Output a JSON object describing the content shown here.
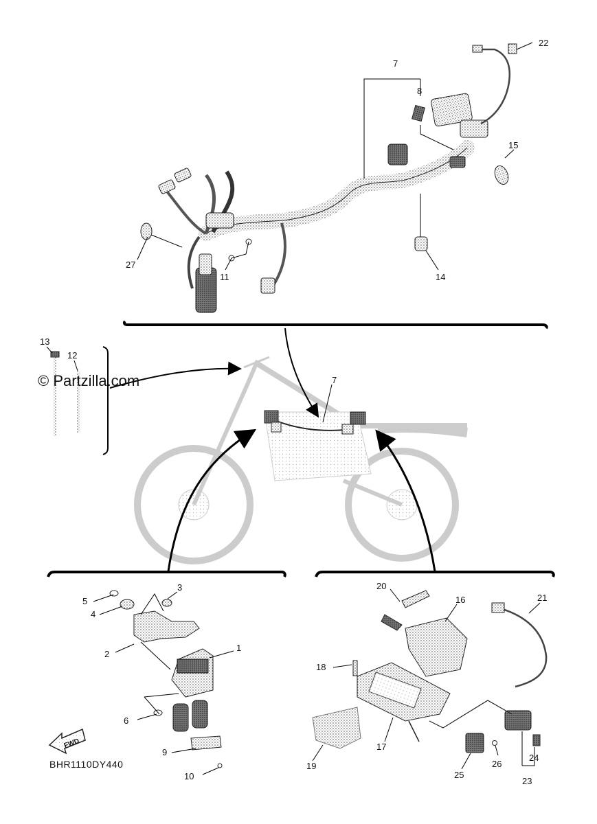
{
  "copyright": "© Partzilla.com",
  "diagram_code": "BHR1110DY440",
  "fwd_label": "FWD",
  "callouts": {
    "c1": "1",
    "c2": "2",
    "c3": "3",
    "c4": "4",
    "c5": "5",
    "c6": "6",
    "c7a": "7",
    "c7b": "7",
    "c8": "8",
    "c9": "9",
    "c10": "10",
    "c11": "11",
    "c12": "12",
    "c13": "13",
    "c14": "14",
    "c15": "15",
    "c16": "16",
    "c17": "17",
    "c18": "18",
    "c19": "19",
    "c20": "20",
    "c21": "21",
    "c22": "22",
    "c23": "23",
    "c24": "24",
    "c25": "25",
    "c26": "26",
    "c27": "27"
  }
}
